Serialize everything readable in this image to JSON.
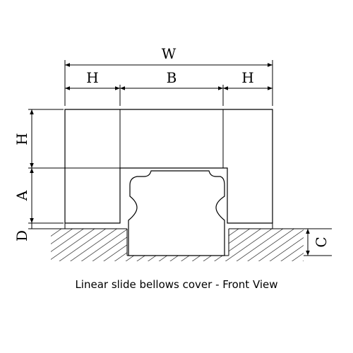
{
  "labels": {
    "width": "W",
    "left_margin": "H",
    "rail_width": "B",
    "right_margin": "H",
    "height": "H",
    "rail_height": "A",
    "base_offset": "D",
    "groove_depth": "C"
  },
  "caption": "Linear slide bellows cover - Front View",
  "colors": {
    "line": "#000000",
    "background": "#ffffff"
  }
}
